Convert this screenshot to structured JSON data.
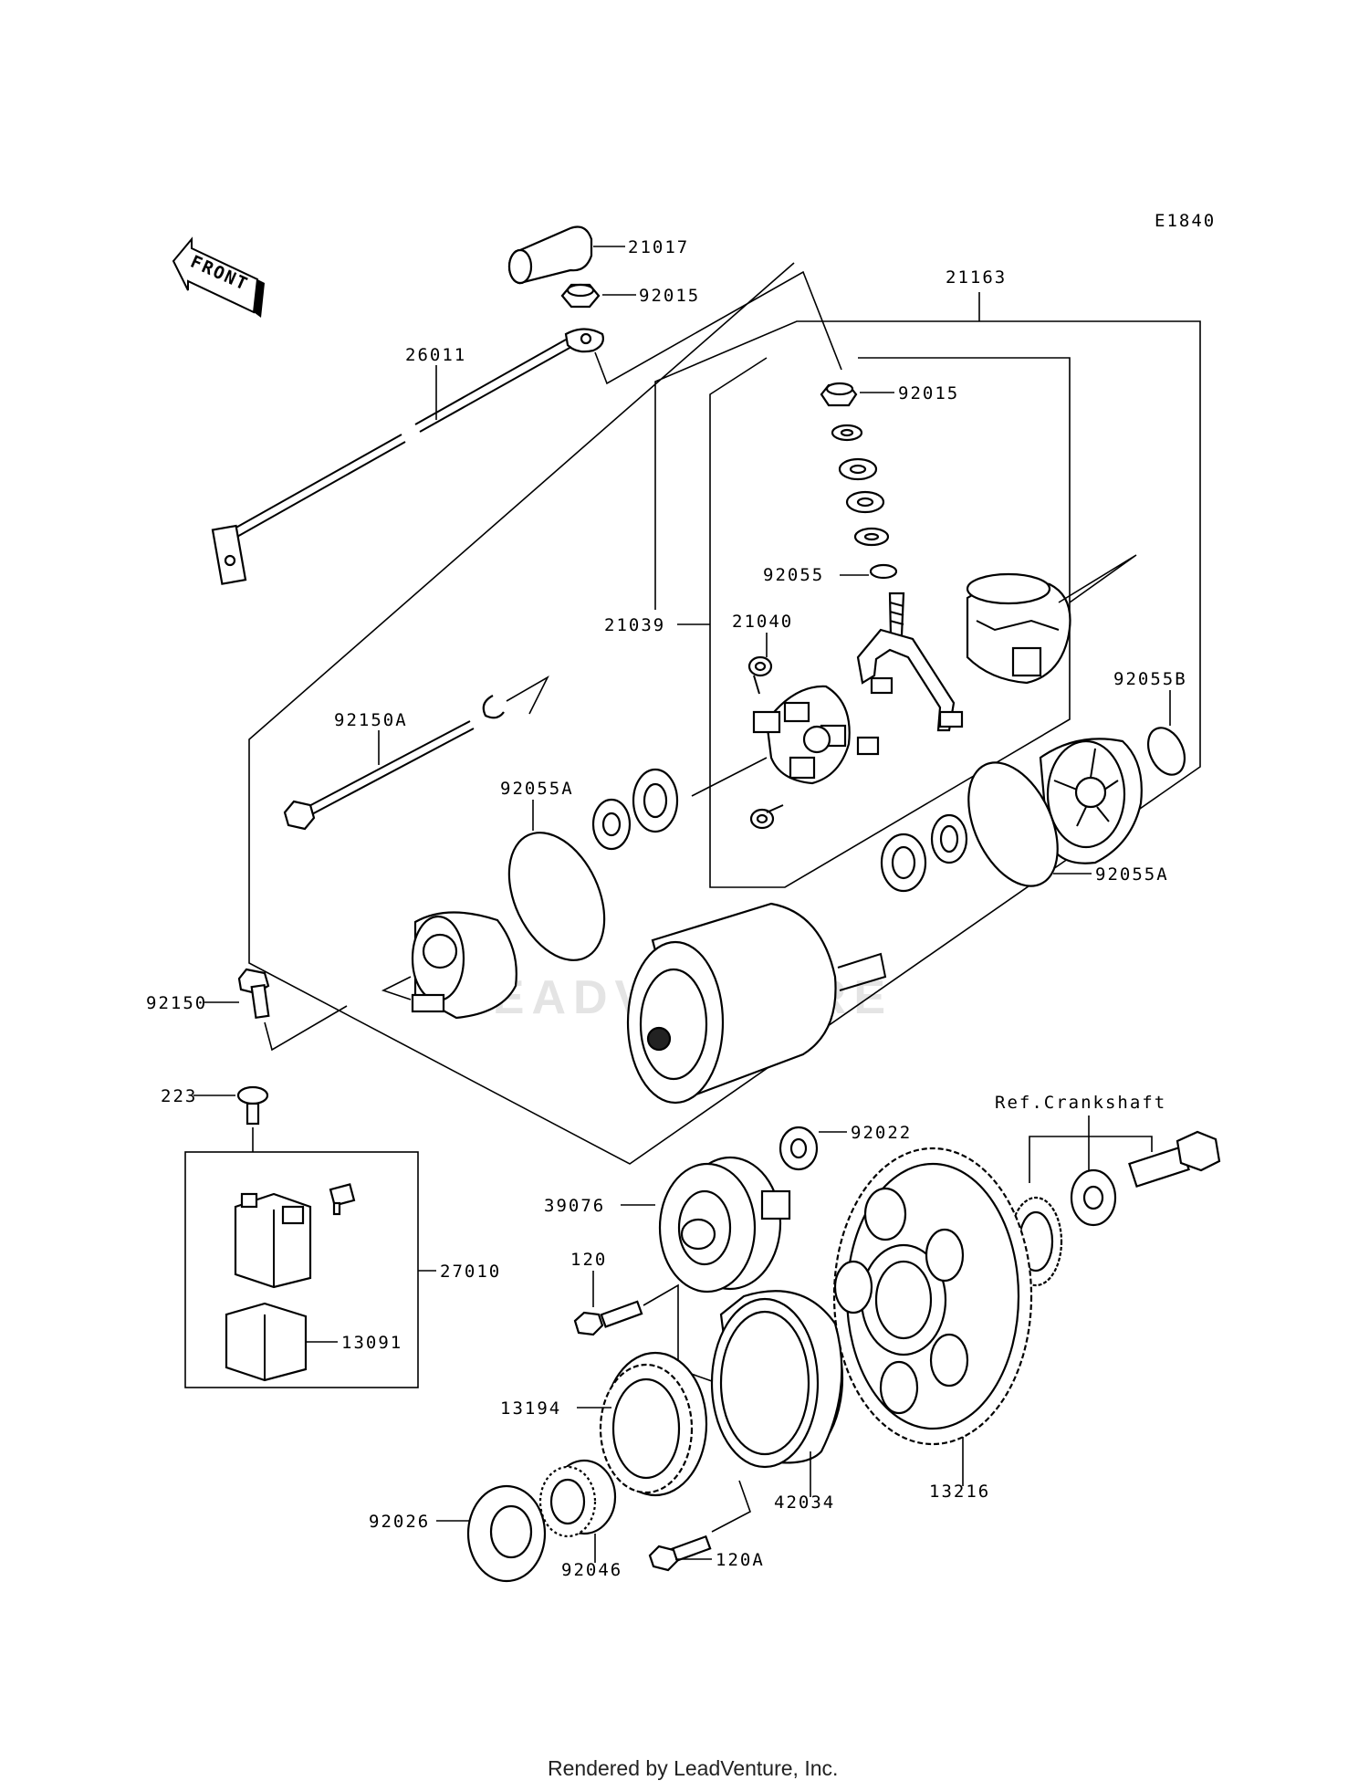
{
  "diagram": {
    "code": "E1840",
    "direction": "FRONT",
    "footer": "Rendered by LeadVenture, Inc.",
    "watermark": "LEADVENTURE",
    "labels": {
      "p21017": "21017",
      "p92015a": "92015",
      "p26011": "26011",
      "p21163": "21163",
      "p92015b": "92015",
      "p92055": "92055",
      "p21039": "21039",
      "p21040": "21040",
      "p92055b": "92055B",
      "p92150a": "92150A",
      "p92055a_left": "92055A",
      "p92055a_right": "92055A",
      "p92150": "92150",
      "p223": "223",
      "p27010": "27010",
      "p13091": "13091",
      "p92022": "92022",
      "p39076": "39076",
      "ref_crank": "Ref.Crankshaft",
      "p120": "120",
      "p13194": "13194",
      "p42034": "42034",
      "p13216": "13216",
      "p92026": "92026",
      "p92046": "92046",
      "p120a": "120A"
    }
  }
}
